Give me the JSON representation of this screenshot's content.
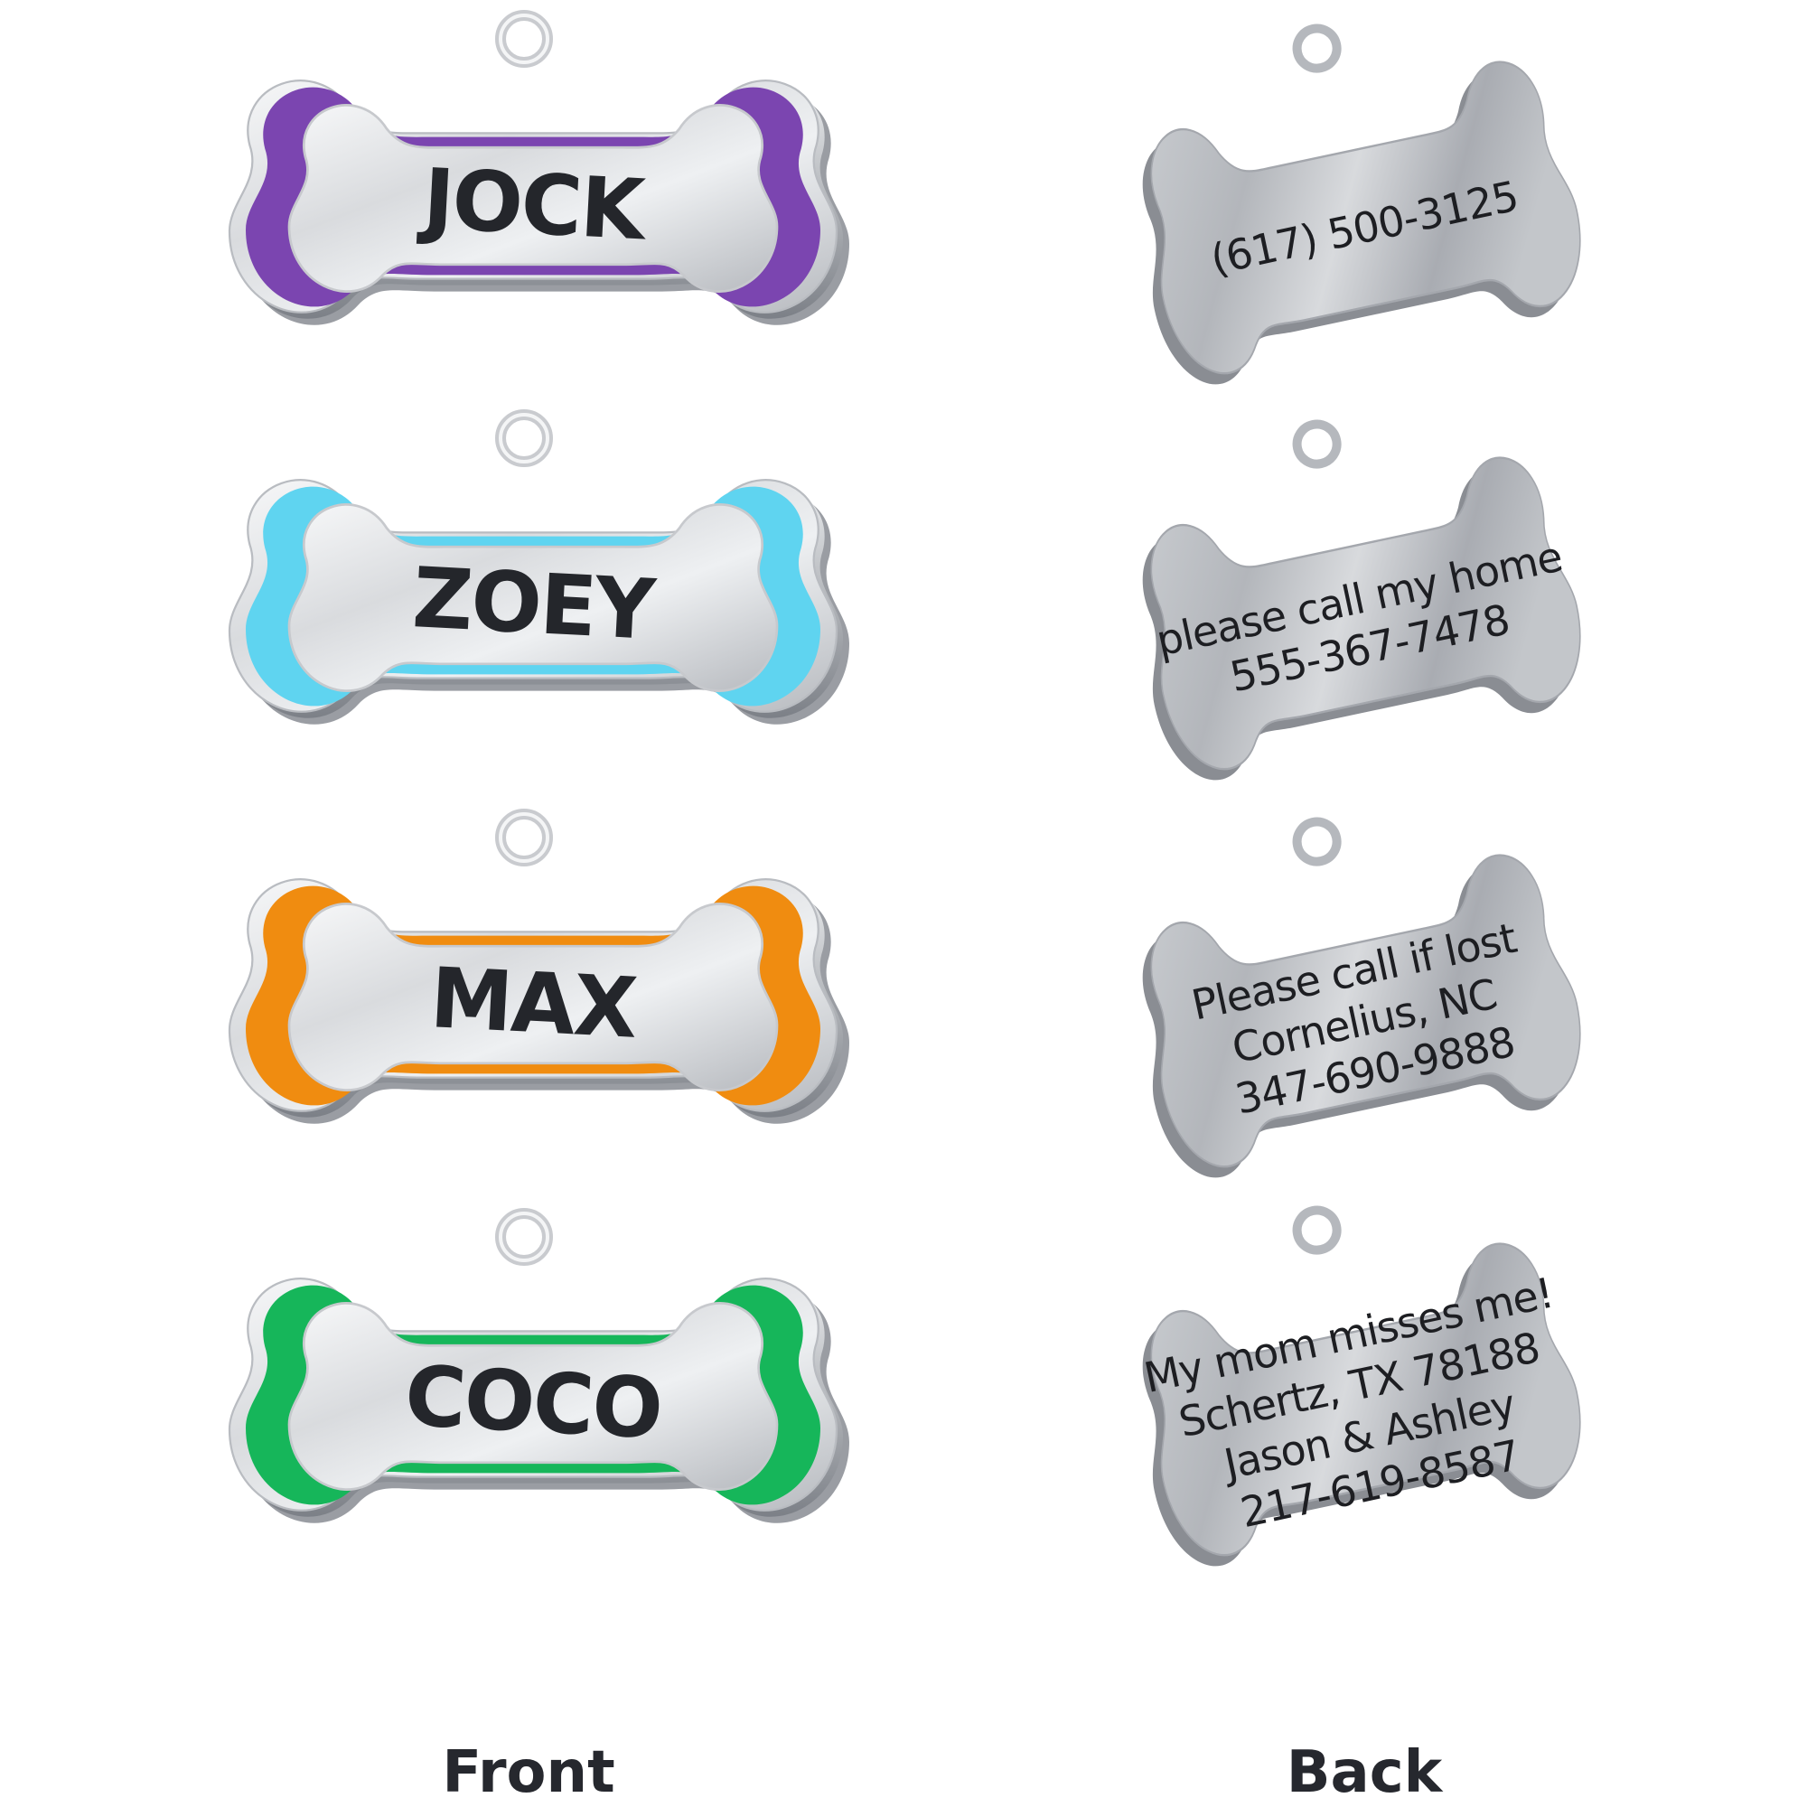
{
  "labels": {
    "front": "Front",
    "back": "Back"
  },
  "front_tags": [
    {
      "name": "JOCK",
      "border_color": "#7b45b0"
    },
    {
      "name": "ZOEY",
      "border_color": "#5fd4f0"
    },
    {
      "name": "MAX",
      "border_color": "#f08c10"
    },
    {
      "name": "COCO",
      "border_color": "#16b65a"
    }
  ],
  "back_tags": [
    {
      "lines": [
        "(617) 500-3125"
      ]
    },
    {
      "lines": [
        "please call my home",
        "555-367-7478"
      ]
    },
    {
      "lines": [
        "Please call if lost",
        "Cornelius, NC",
        "347-690-9888"
      ]
    },
    {
      "lines": [
        "My mom misses me!",
        "Schertz, TX 78188",
        "Jason & Ashley",
        "217-619-8587"
      ]
    }
  ],
  "colors": {
    "steel_light": "#f1f2f4",
    "steel_mid": "#c6c8cc",
    "steel_dark": "#8b8e94",
    "text": "#24262b"
  }
}
